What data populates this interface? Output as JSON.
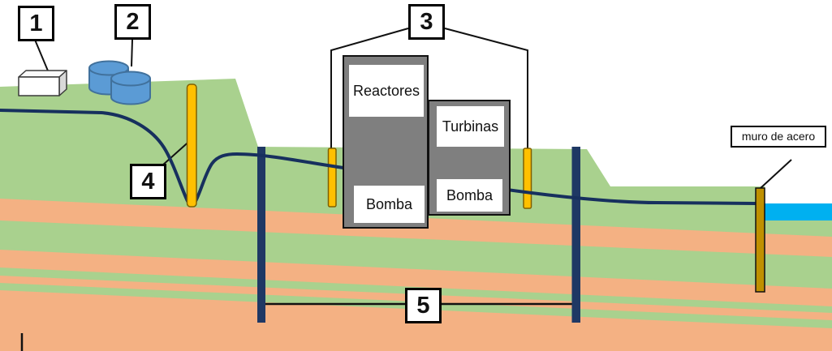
{
  "diagram": {
    "description": "Cross-section schematic of a nuclear power plant site with groundwater flow, wells, impermeable walls and a steel sea-side wall",
    "markers": {
      "m1": "1",
      "m2": "2",
      "m3": "3",
      "m4": "4",
      "m5": "5"
    },
    "steel_wall_label": "muro de acero",
    "buildings": {
      "reactors": "Reactores",
      "turbines": "Turbinas",
      "pump_reactors": "Bomba",
      "pump_turbines": "Bomba"
    },
    "colors": {
      "ground_green": "#A9D18E",
      "soil_orange": "#F4B183",
      "wall_navy": "#1F3864",
      "groundwater_navy": "#17305E",
      "well_yellow": "#FFC000",
      "steel_wall_gold": "#BF9000",
      "sea_blue": "#00B0F0",
      "tank_blue": "#5B9BD5",
      "tank_border_blue": "#41719C",
      "building_gray": "#7F7F7F"
    }
  }
}
